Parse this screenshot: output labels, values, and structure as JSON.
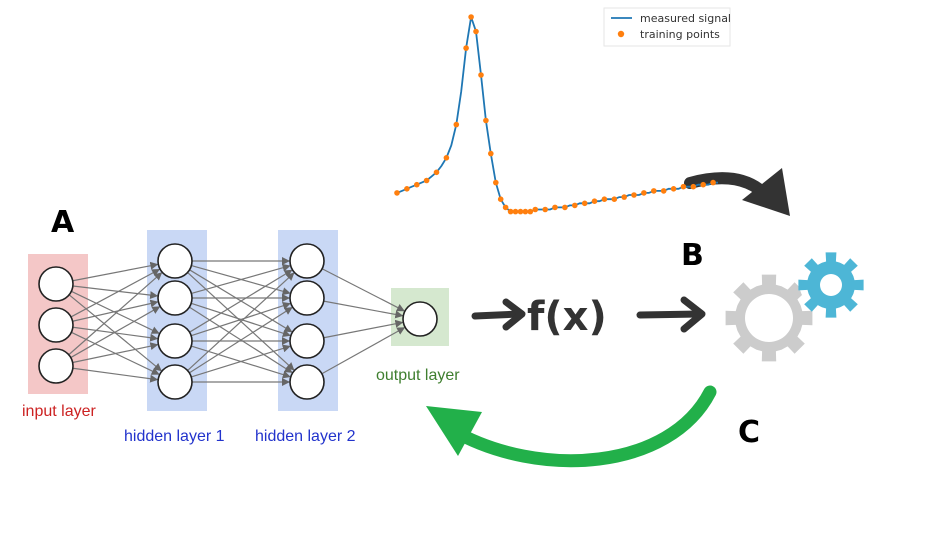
{
  "labels": {
    "A": "A",
    "B": "B",
    "C": "C",
    "input_layer": "input layer",
    "hidden_layer_1": "hidden layer 1",
    "hidden_layer_2": "hidden layer 2",
    "output_layer": "output layer",
    "function": "f(x)"
  },
  "network": {
    "layer_sizes": [
      3,
      4,
      4,
      1
    ]
  },
  "legend": {
    "line_label": "measured signal",
    "points_label": "training points"
  },
  "colors": {
    "input_band": "#f4c7c7",
    "hidden_band": "#c9d8f5",
    "output_band": "#d5e8cf",
    "signal_line": "#1f77b4",
    "points": "#ff7f0e",
    "arrow_dark": "#333333",
    "arrow_green": "#22b04a",
    "gear_grey": "#cccccc",
    "gear_blue": "#4db6d6"
  },
  "icons": [
    "gear-icon",
    "arrow-right-icon",
    "curved-arrow-icon"
  ],
  "chart_data": {
    "type": "line",
    "title": "",
    "xlabel": "",
    "ylabel": "",
    "grid": false,
    "legend_position": "top-right",
    "series": [
      {
        "name": "measured signal",
        "kind": "line",
        "x": [
          0,
          1,
          2,
          3,
          4,
          5,
          6,
          7,
          8,
          9,
          10,
          11,
          12,
          13,
          14,
          15,
          16,
          17,
          18,
          19,
          20,
          21,
          22,
          23,
          24,
          25,
          26,
          27,
          28,
          29,
          30,
          31,
          32,
          33,
          34,
          35,
          36,
          37,
          38,
          39,
          40,
          41,
          42,
          43,
          44,
          45,
          46,
          47,
          48,
          49,
          50,
          51,
          52,
          53,
          54,
          55,
          56,
          57,
          58,
          59,
          60,
          61,
          62,
          63,
          64,
          65
        ],
        "y": [
          0.15,
          0.16,
          0.17,
          0.18,
          0.19,
          0.2,
          0.21,
          0.23,
          0.25,
          0.28,
          0.32,
          0.38,
          0.48,
          0.64,
          0.85,
          1.0,
          0.93,
          0.72,
          0.5,
          0.34,
          0.2,
          0.12,
          0.08,
          0.06,
          0.06,
          0.06,
          0.06,
          0.06,
          0.07,
          0.07,
          0.07,
          0.07,
          0.08,
          0.08,
          0.08,
          0.09,
          0.09,
          0.1,
          0.1,
          0.1,
          0.11,
          0.11,
          0.12,
          0.12,
          0.12,
          0.13,
          0.13,
          0.14,
          0.14,
          0.14,
          0.15,
          0.15,
          0.16,
          0.16,
          0.16,
          0.17,
          0.17,
          0.17,
          0.18,
          0.18,
          0.18,
          0.19,
          0.19,
          0.19,
          0.2,
          0.2
        ]
      },
      {
        "name": "training points",
        "kind": "scatter",
        "x": [
          0,
          2,
          4,
          6,
          8,
          10,
          12,
          14,
          15,
          16,
          17,
          18,
          19,
          20,
          21,
          22,
          23,
          24,
          25,
          26,
          27,
          28,
          30,
          32,
          34,
          36,
          38,
          40,
          42,
          44,
          46,
          48,
          50,
          52,
          54,
          56,
          58,
          60,
          62,
          64
        ],
        "y": [
          0.15,
          0.17,
          0.19,
          0.21,
          0.25,
          0.32,
          0.48,
          0.85,
          1.0,
          0.93,
          0.72,
          0.5,
          0.34,
          0.2,
          0.12,
          0.08,
          0.06,
          0.06,
          0.06,
          0.06,
          0.06,
          0.07,
          0.07,
          0.08,
          0.08,
          0.09,
          0.1,
          0.11,
          0.12,
          0.12,
          0.13,
          0.14,
          0.15,
          0.16,
          0.16,
          0.17,
          0.18,
          0.18,
          0.19,
          0.2
        ]
      }
    ],
    "xlim": [
      0,
      65
    ],
    "ylim": [
      0,
      1
    ]
  }
}
